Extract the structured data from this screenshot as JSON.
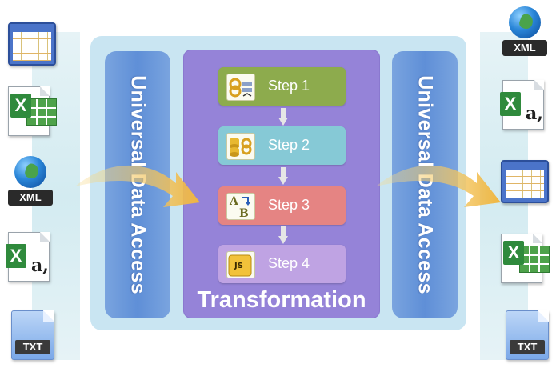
{
  "panel": {
    "left_access_label": "Universal Data Access",
    "right_access_label": "Universal Data Access",
    "transformation_title": "Transformation"
  },
  "steps": [
    {
      "label": "Step 1",
      "color": "#8dab4d",
      "icon": "link-transform-icon"
    },
    {
      "label": "Step 2",
      "color": "#86c9d6",
      "icon": "database-link-icon"
    },
    {
      "label": "Step 3",
      "color": "#e58483",
      "icon": "a-to-b-icon"
    },
    {
      "label": "Step 4",
      "color": "#bfa3e3",
      "icon": "javascript-scroll-icon"
    }
  ],
  "input_files": [
    {
      "type": "table",
      "icon": "table-icon"
    },
    {
      "type": "excel",
      "icon": "excel-icon"
    },
    {
      "type": "xml",
      "icon": "xml-icon",
      "tag": "XML"
    },
    {
      "type": "excel-doc",
      "icon": "excel-doc-icon"
    },
    {
      "type": "txt",
      "icon": "txt-icon",
      "tag": "TXT"
    }
  ],
  "output_files": [
    {
      "type": "xml",
      "icon": "xml-icon",
      "tag": "XML"
    },
    {
      "type": "excel-doc",
      "icon": "excel-doc-icon"
    },
    {
      "type": "table",
      "icon": "table-icon"
    },
    {
      "type": "excel",
      "icon": "excel-icon"
    },
    {
      "type": "txt",
      "icon": "txt-icon",
      "tag": "TXT"
    }
  ],
  "colors": {
    "panel": "#c9e5f2",
    "access_bar": "#6f99db",
    "transformation_box": "#9583d8",
    "flow_arrow": "#f0c35a"
  }
}
